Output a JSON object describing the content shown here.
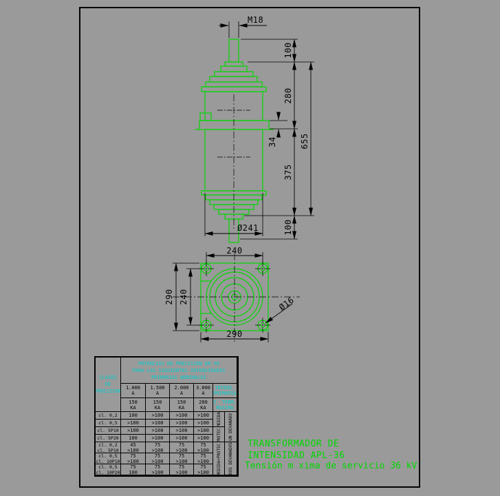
{
  "colors": {
    "background": "#9a9a9a",
    "line_green": "#00d800",
    "text_cyan": "#00cfcf",
    "line_black": "#000000"
  },
  "title_block": {
    "line1": "TRANSFORMADOR DE",
    "line2": "INTENSIDAD APL-36",
    "line3": "Tensión m xima de servicio 36 kV"
  },
  "elevation": {
    "thread_label": "M18",
    "dim_top_stud": "100",
    "dim_upper_section": "280",
    "dim_total": "655",
    "dim_flange_thickness": "34",
    "dim_lower_section": "375",
    "dim_bottom_stud": "100",
    "dim_body_diameter": "Ø241"
  },
  "plan": {
    "dim_bolt_spacing_h": "240",
    "dim_flange_width_left": "290",
    "dim_bolt_spacing_v": "240",
    "dim_flange_width_bottom": "290",
    "dim_hole_diameter": "Ø16"
  },
  "table": {
    "corner": [
      "CLASES",
      "DE",
      "PRECISION"
    ],
    "header": [
      "POTENCIAS DE PRECISION EN VA",
      "PARA LAS SIGUIENTES INTENSIDADES",
      "PRIMARIAS NOMINALES"
    ],
    "currents": [
      [
        "1.000",
        "A"
      ],
      [
        "1.500",
        "A"
      ],
      [
        "2.000",
        "A"
      ],
      [
        "3.000",
        "A"
      ]
    ],
    "intens": [
      "INTENS.",
      "PRIMARIA"
    ],
    "thermal": [
      [
        "150",
        "KA"
      ],
      [
        "150",
        "KA"
      ],
      [
        "150",
        "KA"
      ],
      [
        "200",
        "KA"
      ]
    ],
    "iterm": [
      "I. TERM.",
      "MAXIMA"
    ],
    "rows": [
      {
        "l": "cl. 0,2",
        "v": [
          "100",
          ">100",
          ">100",
          ">100"
        ]
      },
      {
        "l": "cl. 0,5",
        "v": [
          ">100",
          ">100",
          ">100",
          ">100"
        ]
      },
      {
        "l": "cl. 5P10",
        "v": [
          ">100",
          ">100",
          ">100",
          ">100"
        ]
      },
      {
        "l": "cl. 5P20",
        "v": [
          "100",
          ">100",
          ">100",
          ">100"
        ]
      },
      {
        "la": "cl. 0,2",
        "lb": "cl. 5P10",
        "va": [
          "45",
          "75",
          "75",
          "75"
        ],
        "vb": [
          ">100",
          ">100",
          ">100",
          ">100"
        ]
      },
      {
        "la": "cl. 0,5",
        "lb": "cl. 10P10",
        "va": [
          "75",
          "75",
          "75",
          "75"
        ],
        "vb": [
          ">100",
          ">100",
          ">100",
          ">100"
        ]
      },
      {
        "la": "cl. 0,5",
        "lb": "cl. 10P20",
        "va": [
          "75",
          "75",
          "75",
          "75"
        ],
        "vb": [
          "100",
          ">100",
          ">100",
          ">100"
        ]
      }
    ],
    "service_col": [
      "MEDIDA",
      "PROTEC.",
      "MEDIDA+PROTEC."
    ],
    "winding_col": [
      "UN DEVANADO",
      "DOS DEVANADOS"
    ]
  }
}
